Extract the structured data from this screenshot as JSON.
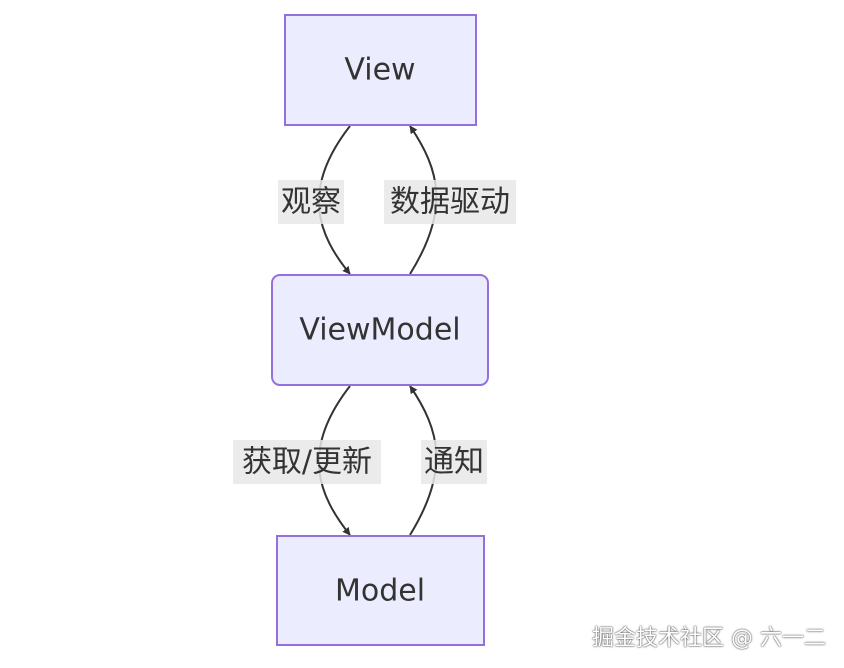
{
  "diagram": {
    "nodes": {
      "view": {
        "label": "View"
      },
      "viewmodel": {
        "label": "ViewModel"
      },
      "model": {
        "label": "Model"
      }
    },
    "edges": {
      "observe": {
        "label": "观察"
      },
      "data_driven": {
        "label": "数据驱动"
      },
      "fetch_update": {
        "label": "获取/更新"
      },
      "notify": {
        "label": "通知"
      }
    }
  },
  "watermark": "掘金技术社区 @ 六一二",
  "colors": {
    "node_fill": "#ececff",
    "node_stroke": "#9370db",
    "edge": "#333333",
    "edge_label_bg": "#e8e8e8"
  }
}
